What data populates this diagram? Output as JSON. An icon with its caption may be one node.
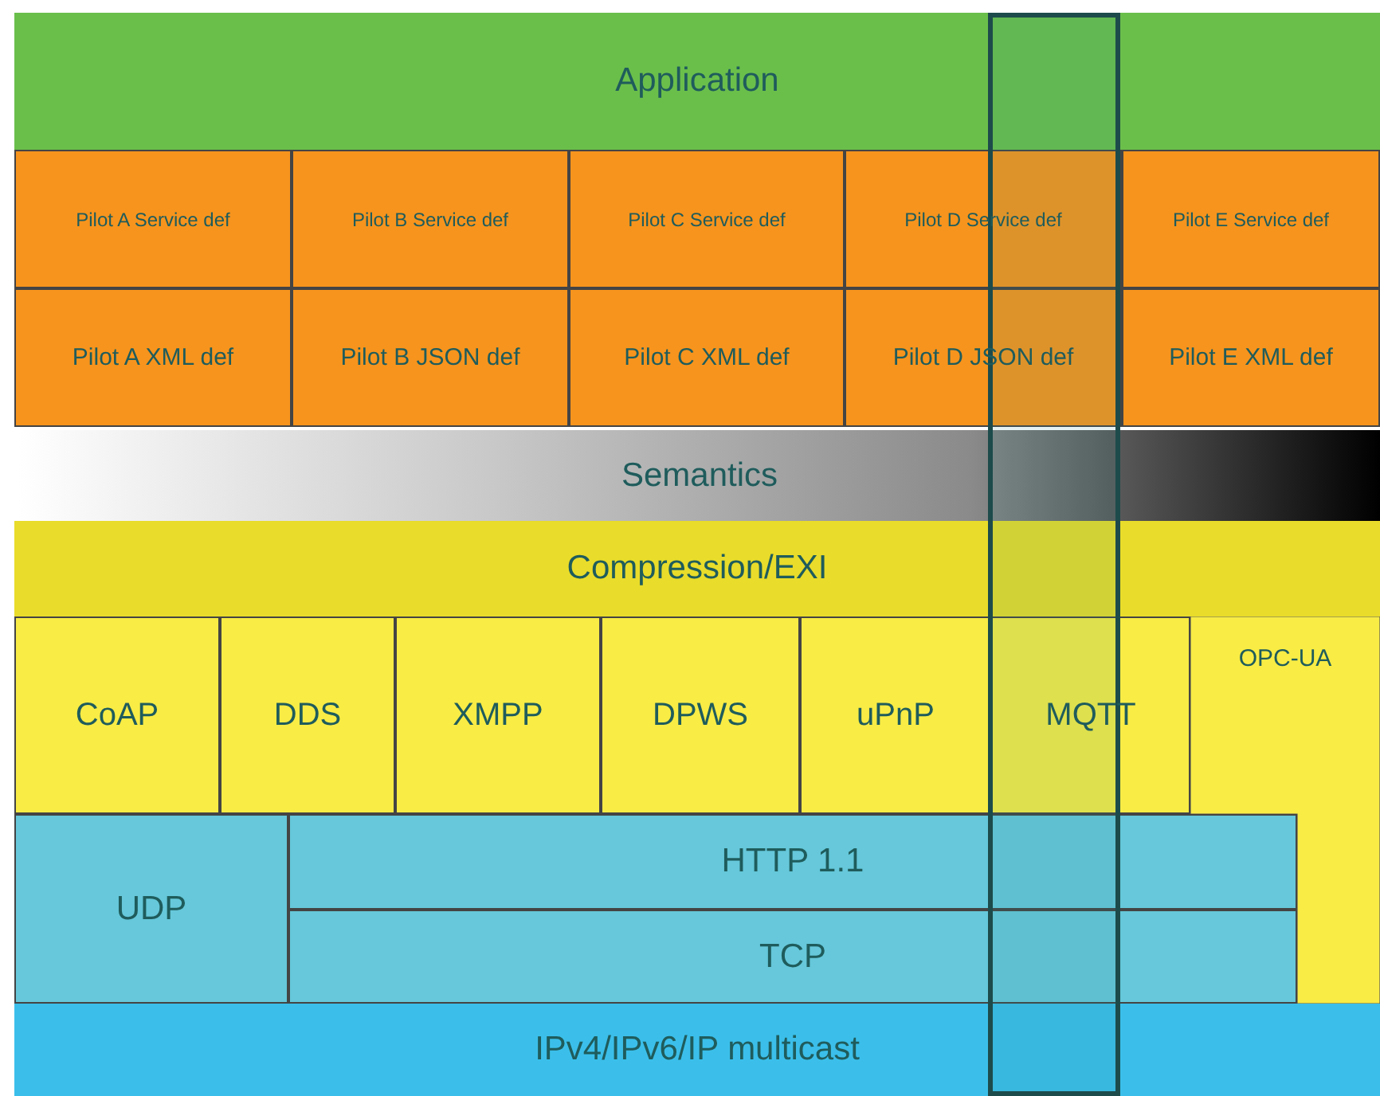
{
  "diagram": {
    "nodes": [
      {
        "text": [
          "Application"
        ]
      },
      {
        "text": [
          "Pilot A Service def"
        ]
      },
      {
        "text": [
          "Pilot B Service def"
        ]
      },
      {
        "text": [
          "Pilot C Service def"
        ]
      },
      {
        "text": [
          "Pilot D Service def"
        ]
      },
      {
        "text": [
          "Pilot E Service def"
        ]
      },
      {
        "text": [
          "Pilot A XML def"
        ]
      },
      {
        "text": [
          "Pilot B JSON def"
        ]
      },
      {
        "text": [
          "Pilot C XML def"
        ]
      },
      {
        "text": [
          "Pilot D JSON def"
        ]
      },
      {
        "text": [
          "Pilot E XML def"
        ]
      },
      {
        "text": [
          "Semantics"
        ]
      },
      {
        "text": [
          "Compression/EXI"
        ]
      },
      {
        "text": [
          "CoAP"
        ]
      },
      {
        "text": [
          "DDS"
        ]
      },
      {
        "text": [
          "XMPP"
        ]
      },
      {
        "text": [
          "DPWS"
        ]
      },
      {
        "text": [
          "uPnP"
        ]
      },
      {
        "text": [
          "MQTT"
        ]
      },
      {
        "text": [
          "OPC-UA"
        ]
      },
      {
        "text": [
          "UDP"
        ]
      },
      {
        "text": [
          "HTTP 1.1"
        ]
      },
      {
        "text": [
          "TCP"
        ]
      },
      {
        "text": [
          "IPv4/IPv6/IP multicast"
        ]
      },
      {
        "text": [],
        "shape": "box"
      }
    ]
  }
}
